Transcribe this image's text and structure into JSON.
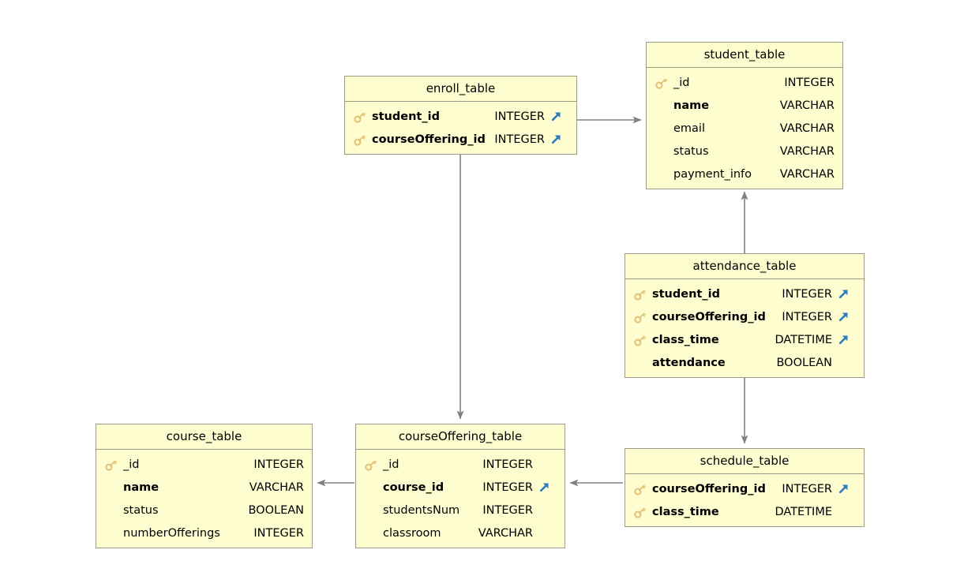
{
  "diagram": {
    "type": "entity-relationship-diagram",
    "background": "#ffffff",
    "entity_fill": "#fdfdcf",
    "entity_border": "#9a9a86",
    "edge_color": "#808080",
    "pk_icon_color": "#e8c97a",
    "fk_icon_color": "#2e7dc4",
    "pk_icon_name": "key-icon",
    "fk_icon_name": "foreign-key-arrow-icon"
  },
  "tables": [
    {
      "id": "student_table",
      "title": "student_table",
      "columns": [
        {
          "pk": true,
          "name": "_id",
          "type": "INTEGER",
          "fk": false,
          "bold": false
        },
        {
          "pk": false,
          "name": "name",
          "type": "VARCHAR",
          "fk": false,
          "bold": true
        },
        {
          "pk": false,
          "name": "email",
          "type": "VARCHAR",
          "fk": false,
          "bold": false
        },
        {
          "pk": false,
          "name": "status",
          "type": "VARCHAR",
          "fk": false,
          "bold": false
        },
        {
          "pk": false,
          "name": "payment_info",
          "type": "VARCHAR",
          "fk": false,
          "bold": false
        }
      ]
    },
    {
      "id": "enroll_table",
      "title": "enroll_table",
      "columns": [
        {
          "pk": true,
          "name": "student_id",
          "type": "INTEGER",
          "fk": true,
          "bold": true
        },
        {
          "pk": true,
          "name": "courseOffering_id",
          "type": "INTEGER",
          "fk": true,
          "bold": true
        }
      ]
    },
    {
      "id": "attendance_table",
      "title": "attendance_table",
      "columns": [
        {
          "pk": true,
          "name": "student_id",
          "type": "INTEGER",
          "fk": true,
          "bold": true
        },
        {
          "pk": true,
          "name": "courseOffering_id",
          "type": "INTEGER",
          "fk": true,
          "bold": true
        },
        {
          "pk": true,
          "name": "class_time",
          "type": "DATETIME",
          "fk": true,
          "bold": true
        },
        {
          "pk": false,
          "name": "attendance",
          "type": "BOOLEAN",
          "fk": false,
          "bold": true
        }
      ]
    },
    {
      "id": "course_table",
      "title": "course_table",
      "columns": [
        {
          "pk": true,
          "name": "_id",
          "type": "INTEGER",
          "fk": false,
          "bold": false
        },
        {
          "pk": false,
          "name": "name",
          "type": "VARCHAR",
          "fk": false,
          "bold": true
        },
        {
          "pk": false,
          "name": "status",
          "type": "BOOLEAN",
          "fk": false,
          "bold": false
        },
        {
          "pk": false,
          "name": "numberOfferings",
          "type": "INTEGER",
          "fk": false,
          "bold": false
        }
      ]
    },
    {
      "id": "courseOffering_table",
      "title": "courseOffering_table",
      "columns": [
        {
          "pk": true,
          "name": "_id",
          "type": "INTEGER",
          "fk": false,
          "bold": false
        },
        {
          "pk": false,
          "name": "course_id",
          "type": "INTEGER",
          "fk": true,
          "bold": true
        },
        {
          "pk": false,
          "name": "studentsNum",
          "type": "INTEGER",
          "fk": false,
          "bold": false
        },
        {
          "pk": false,
          "name": "classroom",
          "type": "VARCHAR",
          "fk": false,
          "bold": false
        }
      ]
    },
    {
      "id": "schedule_table",
      "title": "schedule_table",
      "columns": [
        {
          "pk": true,
          "name": "courseOffering_id",
          "type": "INTEGER",
          "fk": true,
          "bold": true
        },
        {
          "pk": true,
          "name": "class_time",
          "type": "DATETIME",
          "fk": false,
          "bold": true
        }
      ]
    }
  ],
  "relationships": [
    {
      "from": "enroll_table",
      "to": "student_table",
      "direction": "right"
    },
    {
      "from": "enroll_table",
      "to": "courseOffering_table",
      "direction": "down"
    },
    {
      "from": "attendance_table",
      "to": "student_table",
      "direction": "up"
    },
    {
      "from": "attendance_table",
      "to": "schedule_table",
      "direction": "down"
    },
    {
      "from": "schedule_table",
      "to": "courseOffering_table",
      "direction": "left"
    },
    {
      "from": "courseOffering_table",
      "to": "course_table",
      "direction": "left"
    }
  ]
}
